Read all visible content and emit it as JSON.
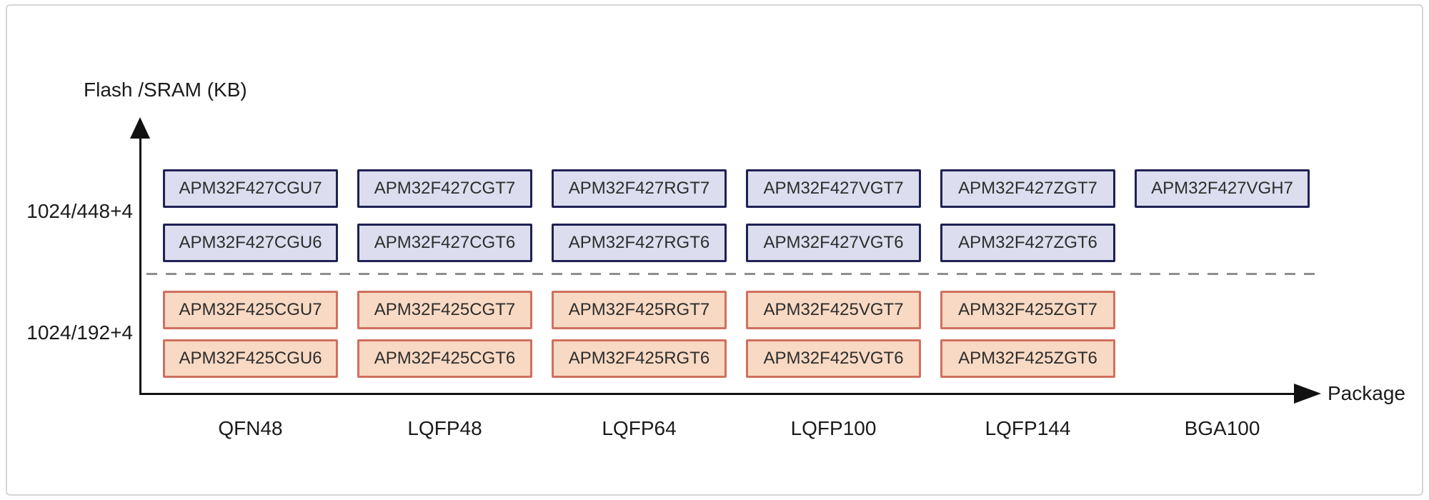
{
  "figure": {
    "y_axis_title": "Flash /SRAM (KB)",
    "x_axis_title": "Package",
    "y_ticks": [
      "1024/448+4",
      "1024/192+4"
    ],
    "x_ticks": [
      "QFN48",
      "LQFP48",
      "LQFP64",
      "LQFP100",
      "LQFP144",
      "BGA100"
    ],
    "colors": {
      "f427_fill": "#dcdeef",
      "f427_border": "#1e2253",
      "f425_fill": "#f8d9c3",
      "f425_border": "#d0705f",
      "axis": "#111111",
      "dashed_line": "#8e8e8e",
      "box_text": "#2d2d2d",
      "card_border": "#d6d6d6"
    },
    "series": [
      {
        "family": "APM32F427",
        "flash_sram": "1024/448+4",
        "fill": "#dcdeef",
        "border": "#1e2253",
        "rows": [
          [
            "APM32F427CGU7",
            "APM32F427CGT7",
            "APM32F427RGT7",
            "APM32F427VGT7",
            "APM32F427ZGT7",
            "APM32F427VGH7"
          ],
          [
            "APM32F427CGU6",
            "APM32F427CGT6",
            "APM32F427RGT6",
            "APM32F427VGT6",
            "APM32F427ZGT6"
          ]
        ]
      },
      {
        "family": "APM32F425",
        "flash_sram": "1024/192+4",
        "fill": "#f8d9c3",
        "border": "#d0705f",
        "rows": [
          [
            "APM32F425CGU7",
            "APM32F425CGT7",
            "APM32F425RGT7",
            "APM32F425VGT7",
            "APM32F425ZGT7"
          ],
          [
            "APM32F425CGU6",
            "APM32F425CGT6",
            "APM32F425RGT6",
            "APM32F425VGT6",
            "APM32F425ZGT6"
          ]
        ]
      }
    ]
  }
}
